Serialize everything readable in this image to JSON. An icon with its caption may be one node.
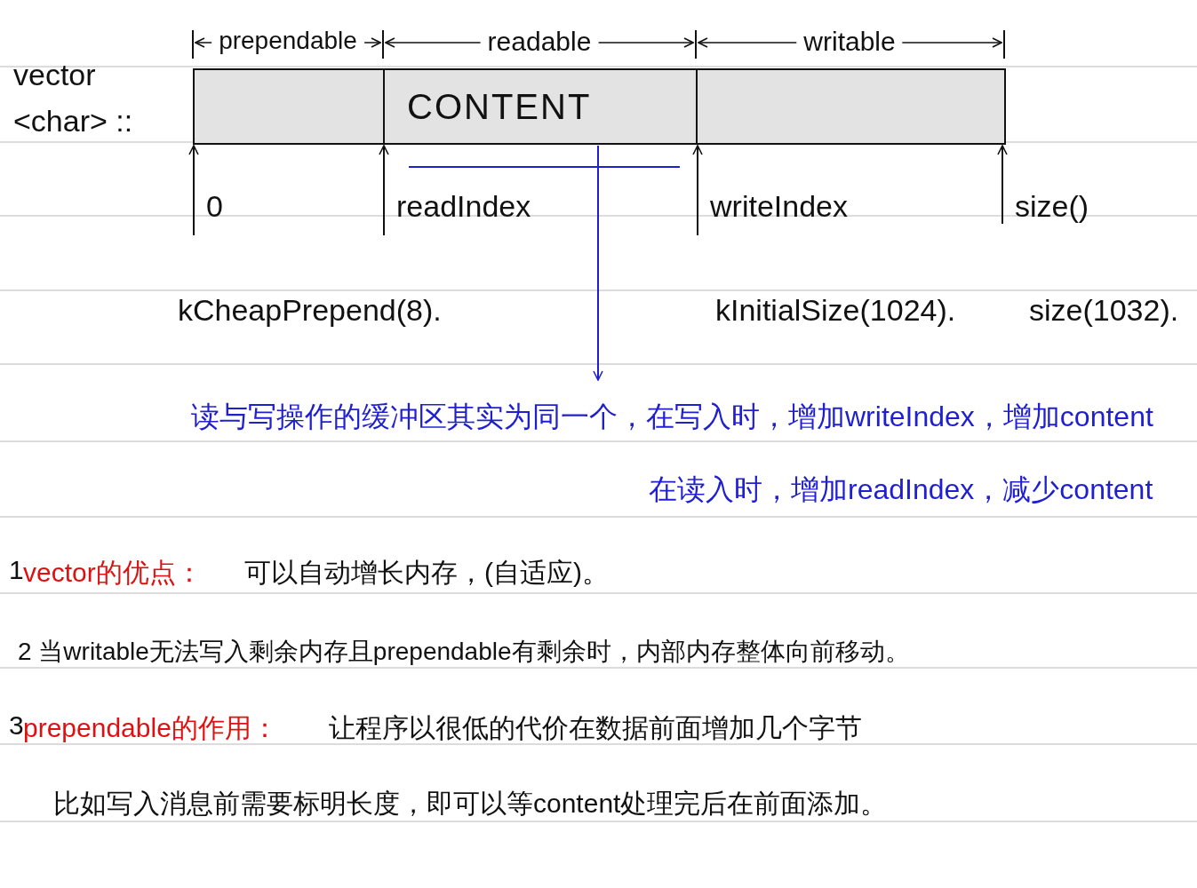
{
  "diagram": {
    "nodes": [
      {
        "text": [],
        "shape": "box"
      },
      {
        "text": [
          "CONTENT"
        ]
      },
      {
        "text": [],
        "shape": "box"
      },
      {
        "text": [
          "0"
        ]
      },
      {
        "text": [
          "readIndex"
        ]
      },
      {
        "text": [
          "writeIndex"
        ]
      },
      {
        "text": [
          "size()"
        ]
      },
      {
        "text": [
          "读与写操作的缓冲区其实为同一个，在写入时，增加writeIndex，增加content",
          "在读入时，增加readIndex，减少content"
        ]
      }
    ],
    "edges": [
      {
        "from": 3,
        "to": 0,
        "arrow": "to"
      },
      {
        "from": 4,
        "to": 1,
        "arrow": "to"
      },
      {
        "from": 5,
        "to": 2,
        "arrow": "to"
      },
      {
        "from": 6,
        "to": 2,
        "arrow": "to"
      },
      {
        "from": 1,
        "to": 7,
        "arrow": "to",
        "color": "#1f1fd0"
      }
    ],
    "labels": [
      "vector <char> ::",
      "prependable",
      "readable",
      "writable",
      "kCheapPrepend(8).",
      "kInitialSize(1024).",
      "size(1032).",
      "1",
      "vector的优点：",
      "可以自动增长内存，(自适应)。",
      "2 当writable无法写入剩余内存且prependable有剩余时，内部内存整体向前移动。",
      "3",
      "prependable的作用：",
      "让程序以很低的代价在数据前面增加几个字节",
      "比如写入消息前需要标明长度，即可以等content处理完后在前面添加。"
    ]
  }
}
